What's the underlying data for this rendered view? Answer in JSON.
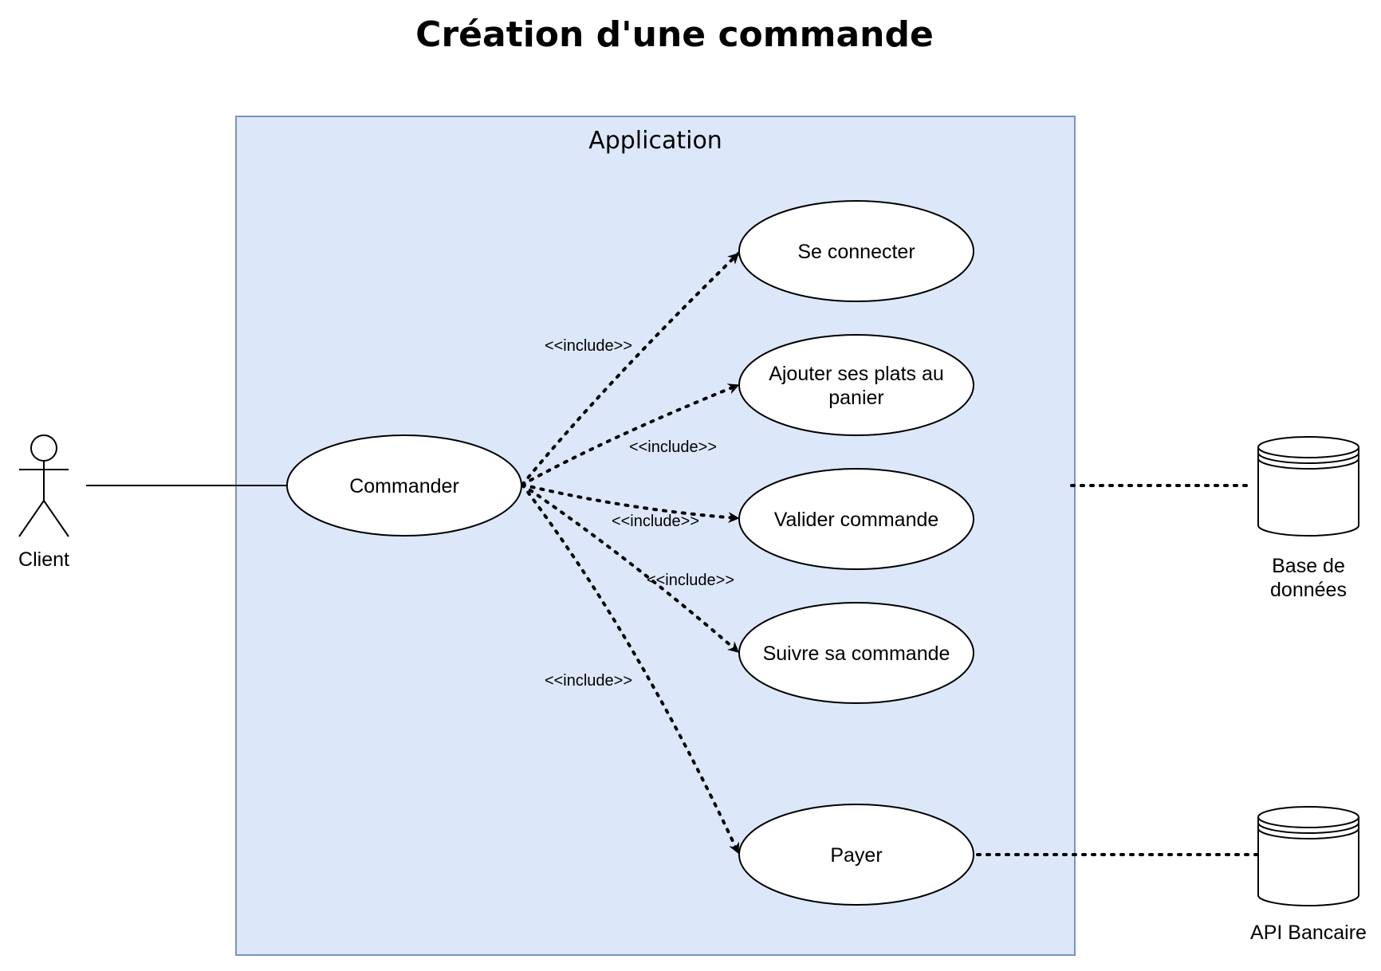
{
  "title": "Création d'une commande",
  "system": {
    "label": "Application"
  },
  "actors": {
    "client": "Client",
    "database": [
      "Base de",
      "données"
    ],
    "bank_api": "API Bancaire"
  },
  "use_cases": {
    "commander": [
      "Commander"
    ],
    "se_connecter": [
      "Se connecter"
    ],
    "ajouter_plats": [
      "Ajouter ses plats au",
      "panier"
    ],
    "valider_commande": [
      "Valider commande"
    ],
    "suivre_commande": [
      "Suivre sa commande"
    ],
    "payer": [
      "Payer"
    ]
  },
  "relations": {
    "include_label": "<<include>>"
  },
  "colors": {
    "system_fill": "#dce8f9",
    "system_stroke": "#7b93bd",
    "line": "#000000",
    "use_case_fill": "#ffffff"
  }
}
